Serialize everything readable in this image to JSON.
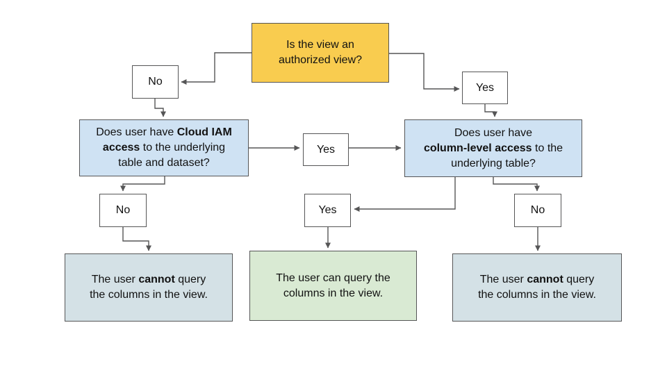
{
  "diagram": {
    "background": "#ffffff",
    "colors": {
      "question_fill": "#F9CC4F",
      "decision_fill": "#CFE2F3",
      "outcome_negative_fill": "#D4E1E6",
      "outcome_positive_fill": "#D9EAD3",
      "connector": "#555556",
      "border": "#555556",
      "text": "#111111"
    },
    "nodes": {
      "root_question": {
        "lines": [
          [
            {
              "t": "Is the view an"
            }
          ],
          [
            {
              "t": "authorized view?"
            }
          ]
        ]
      },
      "label_no_root": {
        "label": "No"
      },
      "label_yes_root": {
        "label": "Yes"
      },
      "iam_decision": {
        "lines": [
          [
            {
              "t": "Does user have "
            },
            {
              "t": "Cloud IAM",
              "b": true
            }
          ],
          [
            {
              "t": "access",
              "b": true
            },
            {
              "t": " to the underlying"
            }
          ],
          [
            {
              "t": "table and dataset?"
            }
          ]
        ]
      },
      "label_yes_mid": {
        "label": "Yes"
      },
      "column_level_decision": {
        "lines": [
          [
            {
              "t": "Does user have"
            }
          ],
          [
            {
              "t": "column-level access",
              "b": true
            },
            {
              "t": " to the"
            }
          ],
          [
            {
              "t": "underlying table?"
            }
          ]
        ]
      },
      "label_no_left": {
        "label": "No"
      },
      "label_yes_center": {
        "label": "Yes"
      },
      "label_no_right": {
        "label": "No"
      },
      "outcome_left": {
        "lines": [
          [
            {
              "t": "The user "
            },
            {
              "t": "cannot",
              "b": true
            },
            {
              "t": " query"
            }
          ],
          [
            {
              "t": "the columns in the view."
            }
          ]
        ]
      },
      "outcome_center": {
        "lines": [
          [
            {
              "t": "The user can query the"
            }
          ],
          [
            {
              "t": "columns in the view."
            }
          ]
        ]
      },
      "outcome_right": {
        "lines": [
          [
            {
              "t": "The user "
            },
            {
              "t": "cannot",
              "b": true
            },
            {
              "t": " query"
            }
          ],
          [
            {
              "t": "the columns in the view."
            }
          ]
        ]
      }
    }
  }
}
